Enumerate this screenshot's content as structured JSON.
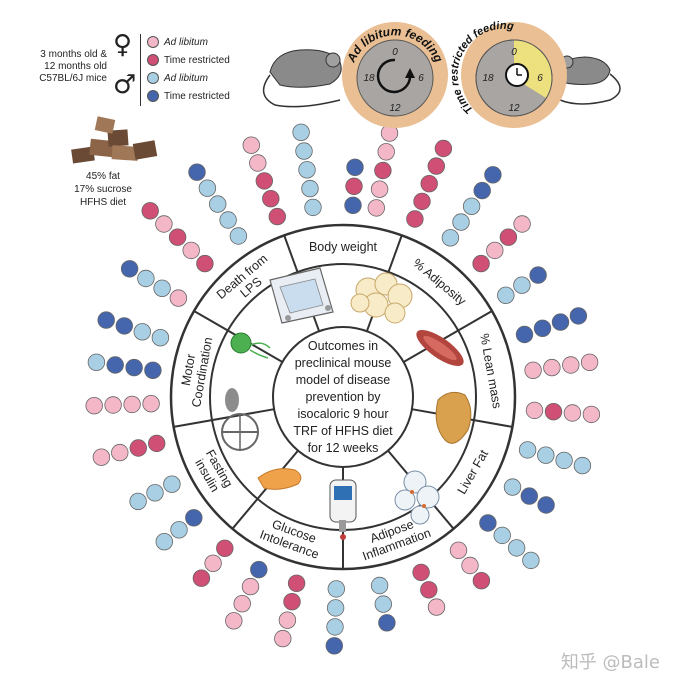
{
  "legend": {
    "mouse_info": [
      "3 months old &",
      "12 months old",
      "C57BL/6J mice"
    ],
    "female_symbol": "♀",
    "male_symbol": "♂",
    "groups": [
      {
        "label": "Ad libitum",
        "italic": true,
        "color": "#f3b7c8"
      },
      {
        "label": "Time restricted",
        "italic": false,
        "color": "#d04f74"
      },
      {
        "label": "Ad libitum",
        "italic": true,
        "color": "#a9cfe4"
      },
      {
        "label": "Time restricted",
        "italic": false,
        "color": "#4566ad"
      }
    ]
  },
  "diet": {
    "lines": [
      "45% fat",
      "17% sucrose",
      "HFHS diet"
    ]
  },
  "clocks": {
    "ad_libitum": {
      "title": "Ad libitum feeding",
      "hours": [
        "0",
        "6",
        "12",
        "18"
      ]
    },
    "time_restricted": {
      "title": "Time restricted feeding",
      "hours": [
        "0",
        "6",
        "12",
        "18"
      ]
    }
  },
  "center": {
    "lines": [
      "Outcomes in",
      "preclinical mouse",
      "model of disease",
      "prevention by",
      "isocaloric 9 hour",
      "TRF of HFHS diet",
      "for 12 weeks"
    ]
  },
  "outcomes": [
    {
      "label": [
        "Body weight"
      ]
    },
    {
      "label": [
        "% Adiposity"
      ]
    },
    {
      "label": [
        "% Lean mass"
      ]
    },
    {
      "label": [
        "Liver Fat"
      ]
    },
    {
      "label": [
        "Adipose",
        "Inflammation"
      ]
    },
    {
      "label": [
        "Glucose",
        "Intolerance"
      ]
    },
    {
      "label": [
        "Fasting",
        "insulin"
      ]
    },
    {
      "label": [
        "Motor",
        "Coordination"
      ]
    },
    {
      "label": [
        "Death from",
        "LPS"
      ]
    }
  ],
  "colors": {
    "female_adlib": "#f3b7c8",
    "female_trf": "#d04f74",
    "male_adlib": "#a9cfe4",
    "male_trf": "#4566ad",
    "clock_ring": "#e9bf93",
    "clock_adlib_face": "#a8a5a3",
    "clock_trf_face": "#ede07f"
  },
  "dot_rays": [
    {
      "angle": -162,
      "dots": [
        "male_adlib",
        "male_adlib",
        "male_trf",
        "male_trf"
      ]
    },
    {
      "angle": -149,
      "dots": [
        "female_adlib",
        "male_adlib",
        "male_adlib",
        "male_trf"
      ]
    },
    {
      "angle": -136,
      "dots": [
        "female_trf",
        "female_adlib",
        "female_trf",
        "female_adlib",
        "female_trf"
      ]
    },
    {
      "angle": -123,
      "dots": [
        "male_adlib",
        "male_adlib",
        "male_adlib",
        "male_adlib",
        "male_trf"
      ]
    },
    {
      "angle": -110,
      "dots": [
        "female_trf",
        "female_trf",
        "female_trf",
        "female_adlib",
        "female_adlib"
      ]
    },
    {
      "angle": -99,
      "dots": [
        "male_adlib",
        "male_adlib",
        "male_adlib",
        "male_adlib",
        "male_adlib"
      ]
    },
    {
      "angle": -87,
      "dots": [
        "male_trf",
        "female_trf",
        "male_trf"
      ]
    },
    {
      "angle": -80,
      "dots": [
        "female_adlib",
        "female_adlib",
        "female_trf",
        "female_adlib",
        "female_adlib"
      ]
    },
    {
      "angle": -68,
      "dots": [
        "female_trf",
        "female_trf",
        "female_trf",
        "female_trf",
        "female_trf"
      ]
    },
    {
      "angle": -56,
      "dots": [
        "male_adlib",
        "male_adlib",
        "male_adlib",
        "male_trf",
        "male_trf"
      ]
    },
    {
      "angle": -44,
      "dots": [
        "female_trf",
        "female_adlib",
        "female_trf",
        "female_adlib"
      ]
    },
    {
      "angle": -32,
      "dots": [
        "male_adlib",
        "male_adlib",
        "male_trf"
      ]
    },
    {
      "angle": -19,
      "dots": [
        "male_trf",
        "male_trf",
        "male_trf",
        "male_trf"
      ]
    },
    {
      "angle": -8,
      "dots": [
        "female_adlib",
        "female_adlib",
        "female_adlib",
        "female_adlib"
      ]
    },
    {
      "angle": 4,
      "dots": [
        "female_adlib",
        "female_trf",
        "female_adlib",
        "female_adlib"
      ]
    },
    {
      "angle": 16,
      "dots": [
        "male_adlib",
        "male_adlib",
        "male_adlib",
        "male_adlib"
      ]
    },
    {
      "angle": 28,
      "dots": [
        "male_adlib",
        "male_trf",
        "male_trf"
      ]
    },
    {
      "angle": 41,
      "dots": [
        "male_trf",
        "male_adlib",
        "male_adlib",
        "male_adlib"
      ]
    },
    {
      "angle": 53,
      "dots": [
        "female_adlib",
        "female_adlib",
        "female_trf"
      ]
    },
    {
      "angle": 66,
      "dots": [
        "female_trf",
        "female_trf",
        "female_adlib"
      ]
    },
    {
      "angle": 79,
      "dots": [
        "male_adlib",
        "male_adlib",
        "male_trf"
      ]
    },
    {
      "angle": 92,
      "dots": [
        "male_adlib",
        "male_adlib",
        "male_adlib",
        "male_trf"
      ]
    },
    {
      "angle": 104,
      "dots": [
        "female_trf",
        "female_trf",
        "female_adlib",
        "female_adlib"
      ]
    },
    {
      "angle": 116,
      "dots": [
        "male_trf",
        "female_adlib",
        "female_adlib",
        "female_adlib"
      ]
    },
    {
      "angle": 128,
      "dots": [
        "female_trf",
        "female_adlib",
        "female_trf"
      ]
    },
    {
      "angle": 141,
      "dots": [
        "male_trf",
        "male_adlib",
        "male_adlib"
      ]
    },
    {
      "angle": 153,
      "dots": [
        "male_adlib",
        "male_adlib",
        "male_adlib"
      ]
    },
    {
      "angle": 166,
      "dots": [
        "female_trf",
        "female_trf",
        "female_adlib",
        "female_adlib"
      ]
    },
    {
      "angle": 178,
      "dots": [
        "female_adlib",
        "female_adlib",
        "female_adlib",
        "female_adlib"
      ]
    },
    {
      "angle": -172,
      "dots": [
        "male_trf",
        "male_trf",
        "male_trf",
        "male_adlib"
      ]
    }
  ],
  "watermark": "知乎 @Bale"
}
